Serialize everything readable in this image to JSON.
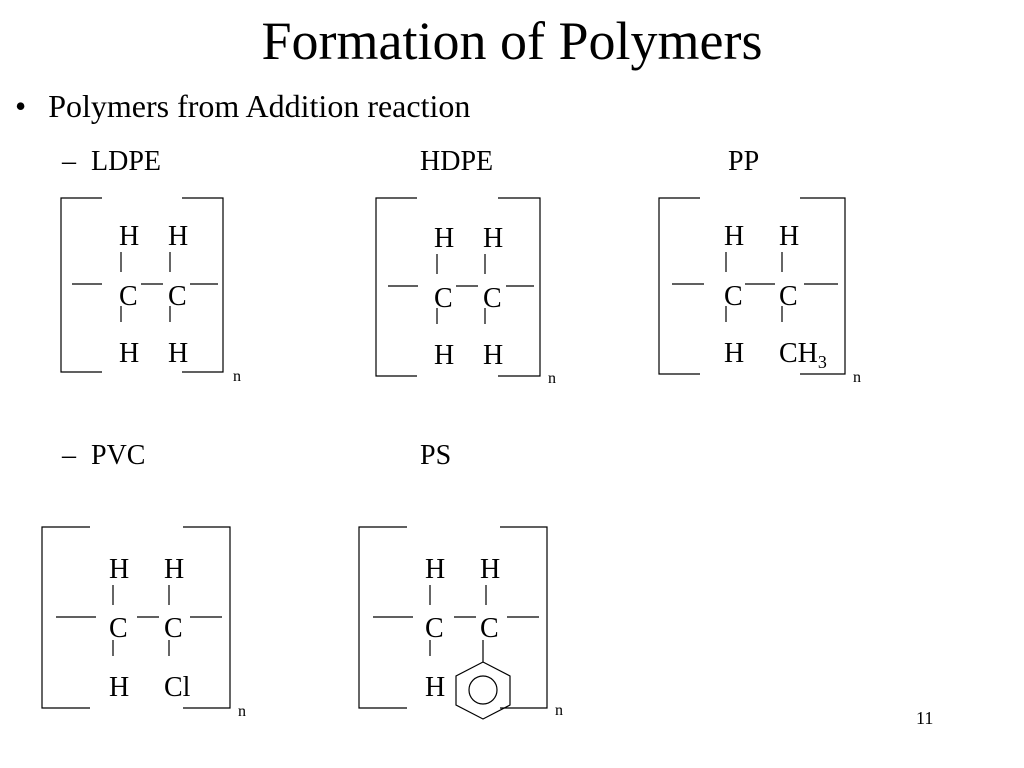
{
  "slide": {
    "title": "Formation of Polymers",
    "bullet_marker": "•",
    "bullet": "Polymers from Addition reaction",
    "dash": "–",
    "row1_polymers": [
      "LDPE",
      "HDPE",
      "PP"
    ],
    "row2_polymers": [
      "PVC",
      "PS"
    ],
    "page_number": "11"
  },
  "structures": [
    {
      "name": "LDPE",
      "top": [
        "H",
        "H"
      ],
      "middle": [
        "C",
        "C"
      ],
      "bottom": [
        "H",
        "H"
      ],
      "repeat": "n"
    },
    {
      "name": "HDPE",
      "top": [
        "H",
        "H"
      ],
      "middle": [
        "C",
        "C"
      ],
      "bottom": [
        "H",
        "H"
      ],
      "repeat": "n"
    },
    {
      "name": "PP",
      "top": [
        "H",
        "H"
      ],
      "middle": [
        "C",
        "C"
      ],
      "bottom": [
        "H",
        "CH"
      ],
      "bottom_subscript": "3",
      "repeat": "n"
    },
    {
      "name": "PVC",
      "top": [
        "H",
        "H"
      ],
      "middle": [
        "C",
        "C"
      ],
      "bottom": [
        "H",
        "Cl"
      ],
      "repeat": "n"
    },
    {
      "name": "PS",
      "top": [
        "H",
        "H"
      ],
      "middle": [
        "C",
        "C"
      ],
      "bottom": [
        "H",
        ""
      ],
      "substituent": "benzene-ring",
      "repeat": "n"
    }
  ]
}
